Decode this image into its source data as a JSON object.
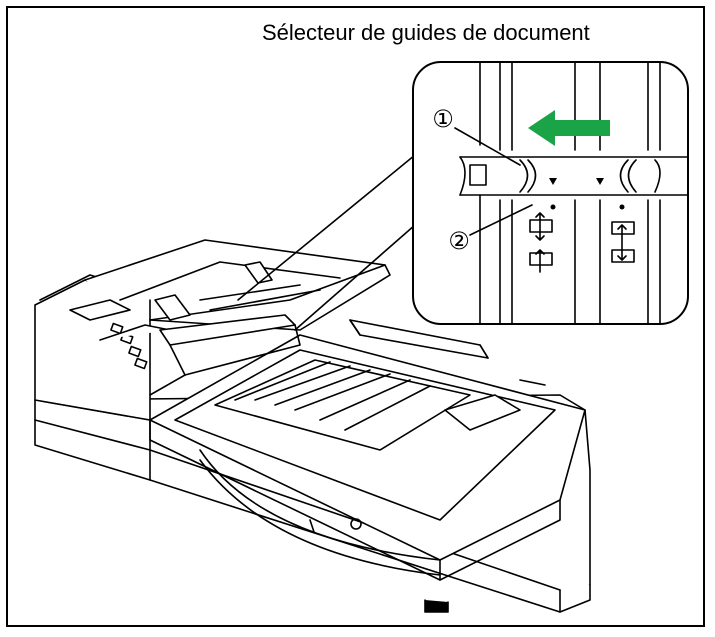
{
  "caption": "Sélecteur de guides de document",
  "callouts": [
    {
      "label": "①",
      "meaning": "marker-1"
    },
    {
      "label": "②",
      "meaning": "marker-2"
    }
  ],
  "colors": {
    "arrow": "#1aa347",
    "line": "#000000",
    "fill": "#ffffff",
    "shade": "#e6e6e6"
  },
  "icons": [
    "left-arrow-icon",
    "document-guide-icon"
  ]
}
